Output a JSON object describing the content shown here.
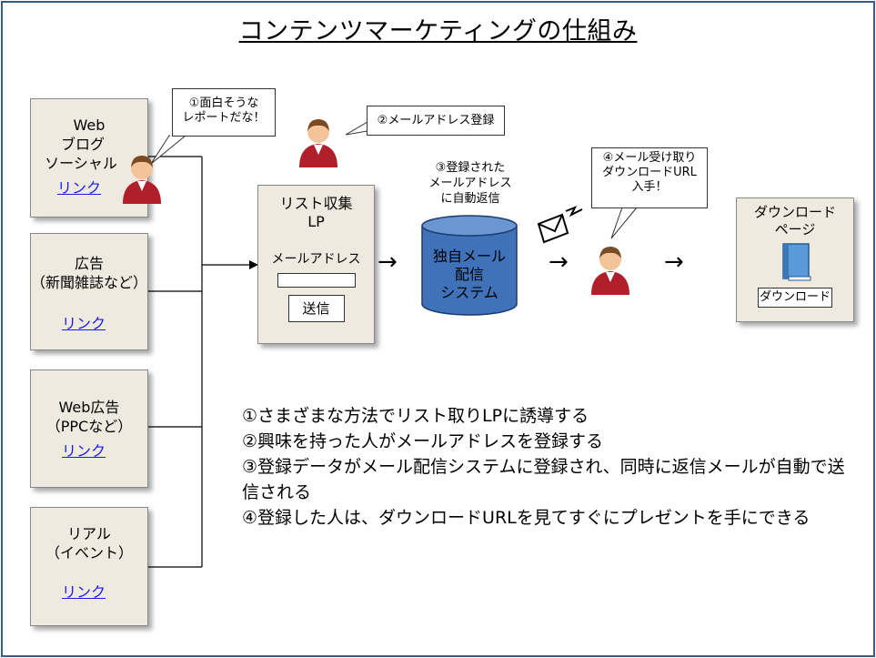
{
  "title": "コンテンツマーケティングの仕組み",
  "sources": [
    {
      "lines": [
        "Web",
        "ブログ",
        "ソーシャル"
      ],
      "link": "リンク"
    },
    {
      "lines": [
        "広告",
        "（新聞雑誌など）"
      ],
      "link": "リンク"
    },
    {
      "lines": [
        "Web広告",
        "（PPCなど）"
      ],
      "link": "リンク"
    },
    {
      "lines": [
        "リアル",
        "（イベント）"
      ],
      "link": "リンク"
    }
  ],
  "bubbles": {
    "b1": [
      "①面白そうな",
      "レポートだな！"
    ],
    "b2": "②メールアドレス登録",
    "b4": [
      "④メール受け取り",
      "ダウンロードURL",
      "入手！"
    ]
  },
  "lp": {
    "title": [
      "リスト収集",
      "LP"
    ],
    "email_label": "メールアドレス",
    "email_value": "",
    "submit": "送信"
  },
  "reply_note": [
    "③登録された",
    "メールアドレス",
    "に自動返信"
  ],
  "system": [
    "独自メール",
    "配信",
    "システム"
  ],
  "download_page": {
    "title": [
      "ダウンロード",
      "ページ"
    ],
    "button": "ダウンロード"
  },
  "arrows": [
    "→",
    "→",
    "→"
  ],
  "steps": [
    "①さまざまな方法でリスト取りLPに誘導する",
    "②興味を持った人がメールアドレスを登録する",
    "③登録データがメール配信システムに登録され、同時に返信メールが自動で送信される",
    "④登録した人は、ダウンロードURLを見てすぐにプレゼントを手にできる"
  ],
  "colors": {
    "frame": "#3a5a8a",
    "box_fill": "#eeeae0",
    "cylinder": "#3f72b8",
    "link": "#1a1aee",
    "shirt": "#b0202a"
  }
}
